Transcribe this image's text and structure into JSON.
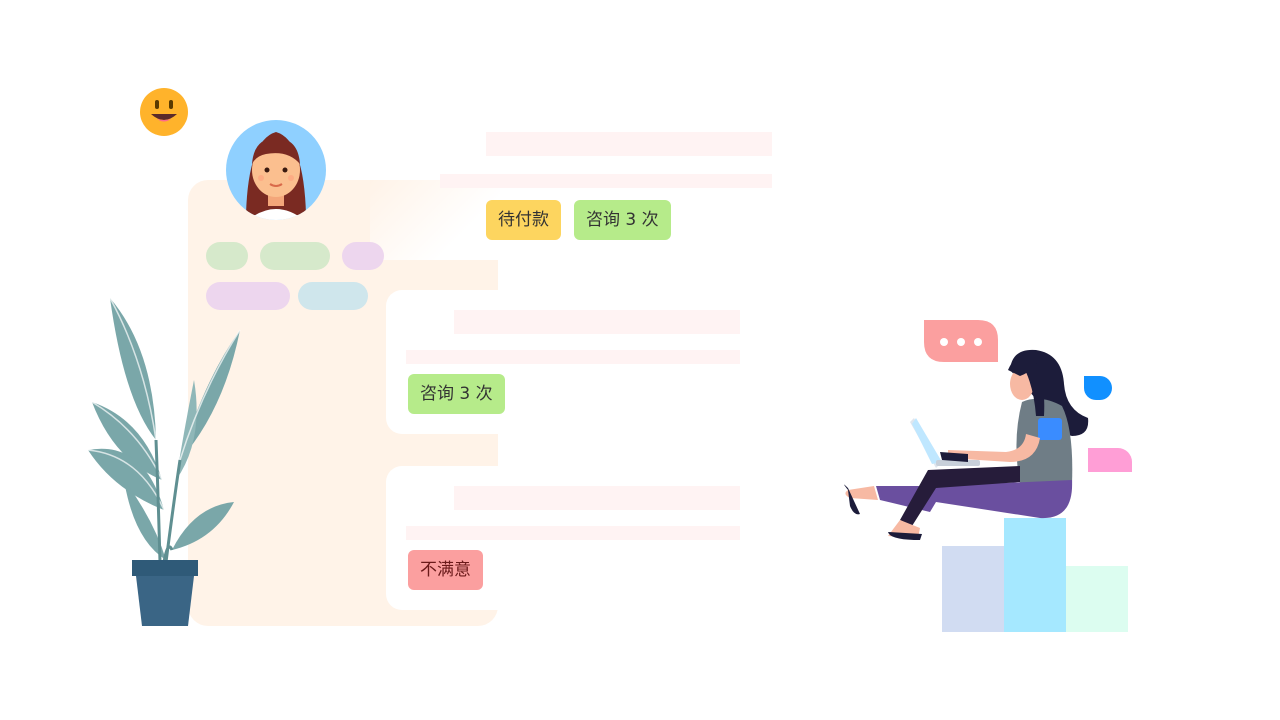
{
  "cards": [
    {
      "tags": [
        {
          "label": "待付款",
          "color": "#fdd55f"
        },
        {
          "label": "咨询 3 次",
          "color": "#b6eb8a"
        }
      ]
    },
    {
      "tags": [
        {
          "label": "咨询 3 次",
          "color": "#b6eb8a"
        }
      ]
    },
    {
      "tags": [
        {
          "label": "不满意",
          "color": "#fb9f9f",
          "text_color": "#6b1a1a"
        }
      ]
    }
  ],
  "profile": {
    "chip_colors": [
      "#d6e9cb",
      "#d6e9cb",
      "#edd6ee",
      "#edd6ee",
      "#cfe6ec"
    ]
  },
  "colors": {
    "panel": "#fff3e8",
    "bar": "#fff3f3",
    "avatar_bg": "#8fd0ff",
    "smiley": "#ffb32b",
    "plant": "#7aa7a9",
    "pot": "#3a6585",
    "speech_bubble": "#fb9f9f"
  },
  "icons": [
    "smiley-icon",
    "avatar-icon",
    "ellipsis-icon"
  ]
}
